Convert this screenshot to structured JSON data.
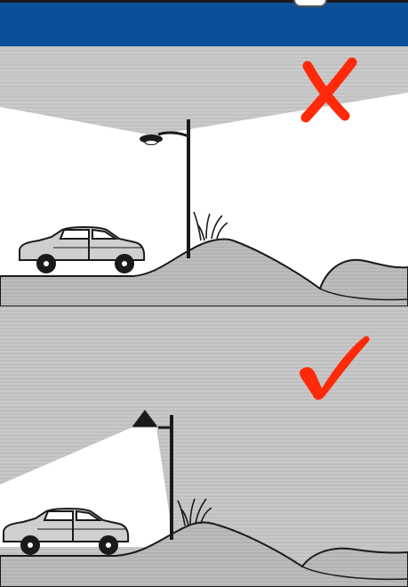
{
  "banner": {
    "color": "#0a4f97"
  },
  "panels": [
    {
      "id": "bad",
      "mark": "cross-icon",
      "mark_color": "#ff2a0a",
      "verdict": "incorrect",
      "luminaire": "street-lamp-upward-light"
    },
    {
      "id": "good",
      "mark": "check-icon",
      "mark_color": "#ff2a0a",
      "verdict": "correct",
      "luminaire": "street-lamp-shielded-downward-light"
    }
  ],
  "colors": {
    "sky": "#c9c9c9",
    "light": "#ffffff",
    "ground": "#b7b7b7",
    "outline": "#1a1a1a"
  }
}
